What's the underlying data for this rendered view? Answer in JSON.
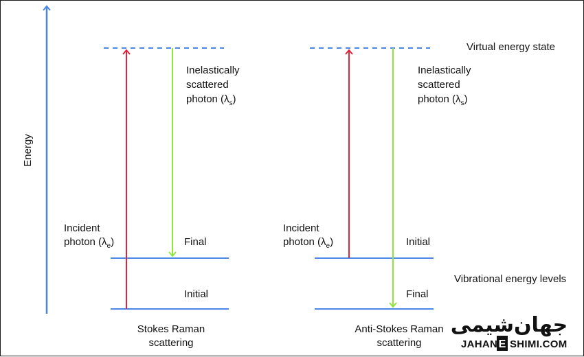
{
  "axis": {
    "label": "Energy"
  },
  "levels": {
    "virtual": "Virtual energy state",
    "vibrational": "Vibrational energy levels"
  },
  "stokes": {
    "incident_line1": "Incident",
    "incident_line2": "photon (λ",
    "incident_sub": "e",
    "incident_close": ")",
    "scattered_line1": "Inelastically",
    "scattered_line2": "scattered",
    "scattered_line3": "photon (λ",
    "scattered_sub": "s",
    "scattered_close": ")",
    "upper_level": "Final",
    "lower_level": "Initial",
    "caption_line1": "Stokes Raman",
    "caption_line2": "scattering"
  },
  "anti_stokes": {
    "incident_line1": "Incident",
    "incident_line2": "photon (λ",
    "incident_sub": "e",
    "incident_close": ")",
    "scattered_line1": "Inelastically",
    "scattered_line2": "scattered",
    "scattered_line3": "photon (λ",
    "scattered_sub": "s",
    "scattered_close": ")",
    "upper_level": "Initial",
    "lower_level": "Final",
    "caption_line1": "Anti-Stokes Raman",
    "caption_line2": "scattering"
  },
  "logo": {
    "persian": "جهان‌شیمی",
    "latin_left": "JAHAN",
    "latin_e": "E",
    "latin_right": "SHIMI.COM"
  },
  "colors": {
    "axis": "#4a86e8",
    "level": "#4a86e8",
    "incident": "#e0243a",
    "scattered": "#8fe63a"
  }
}
